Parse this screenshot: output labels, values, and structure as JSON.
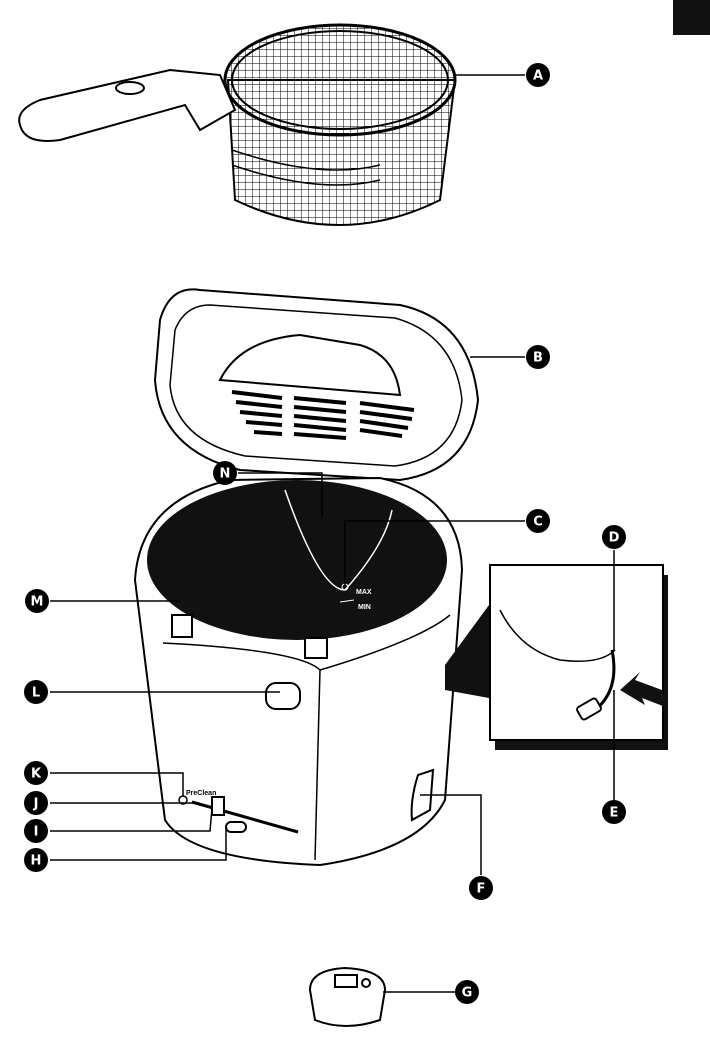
{
  "labels": {
    "A": "A",
    "B": "B",
    "C": "C",
    "D": "D",
    "E": "E",
    "F": "F",
    "G": "G",
    "H": "H",
    "I": "I",
    "J": "J",
    "K": "K",
    "L": "L",
    "M": "M",
    "N": "N"
  },
  "markings": {
    "max": "MAX",
    "min": "MIN",
    "preclean": "PreClean"
  },
  "colors": {
    "ink": "#000000",
    "paper": "#ffffff"
  }
}
